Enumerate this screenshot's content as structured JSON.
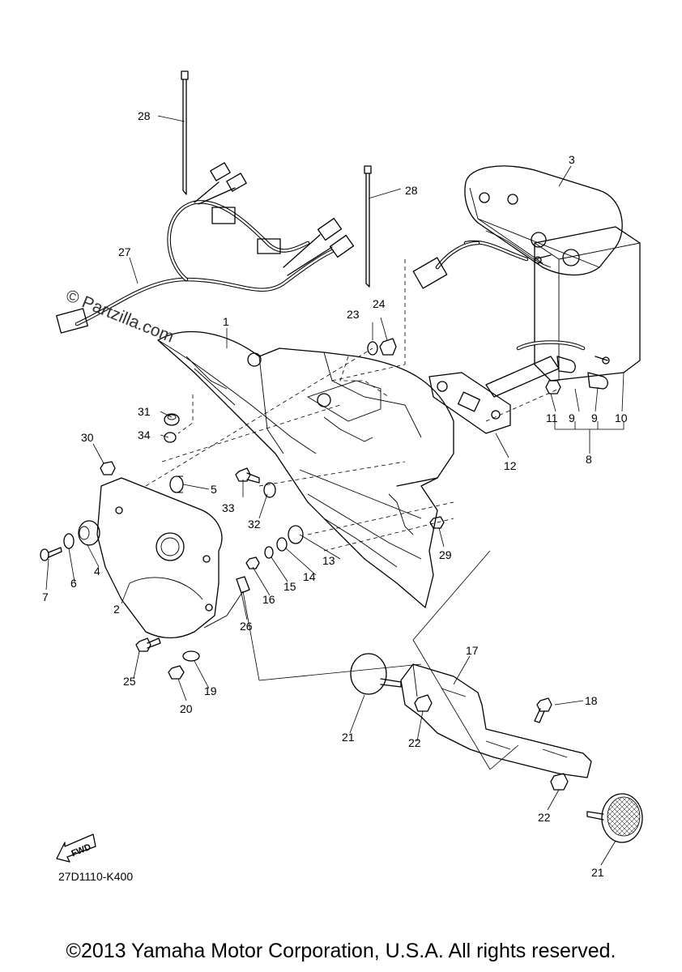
{
  "watermark": "© Partzilla.com",
  "diagram_code": "27D1110-K400",
  "fwd_label": "FWD",
  "copyright": "©2013 Yamaha Motor Corporation, U.S.A. All rights reserved.",
  "callouts": {
    "c1": "1",
    "c2": "2",
    "c3": "3",
    "c4": "4",
    "c5": "5",
    "c6": "6",
    "c7": "7",
    "c8": "8",
    "c9a": "9",
    "c9b": "9",
    "c10": "10",
    "c11": "11",
    "c12": "12",
    "c13": "13",
    "c14": "14",
    "c15": "15",
    "c16": "16",
    "c17": "17",
    "c18": "18",
    "c19": "19",
    "c20": "20",
    "c21a": "21",
    "c21b": "21",
    "c22a": "22",
    "c22b": "22",
    "c23": "23",
    "c24": "24",
    "c25": "25",
    "c26": "26",
    "c27": "27",
    "c28a": "28",
    "c28b": "28",
    "c29": "29",
    "c30": "30",
    "c31": "31",
    "c32": "32",
    "c33": "33",
    "c34": "34"
  }
}
